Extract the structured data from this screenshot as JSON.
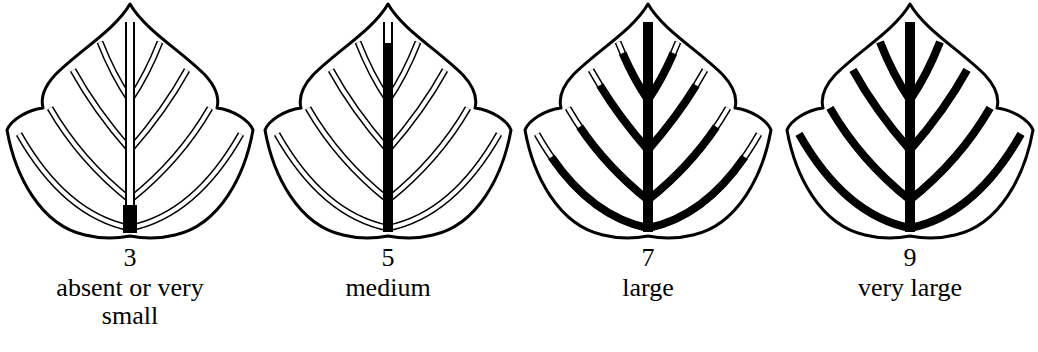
{
  "diagram": {
    "labels": [
      "3",
      "absent or very small",
      "5",
      "medium",
      "7",
      "large",
      "9",
      "very large"
    ]
  }
}
